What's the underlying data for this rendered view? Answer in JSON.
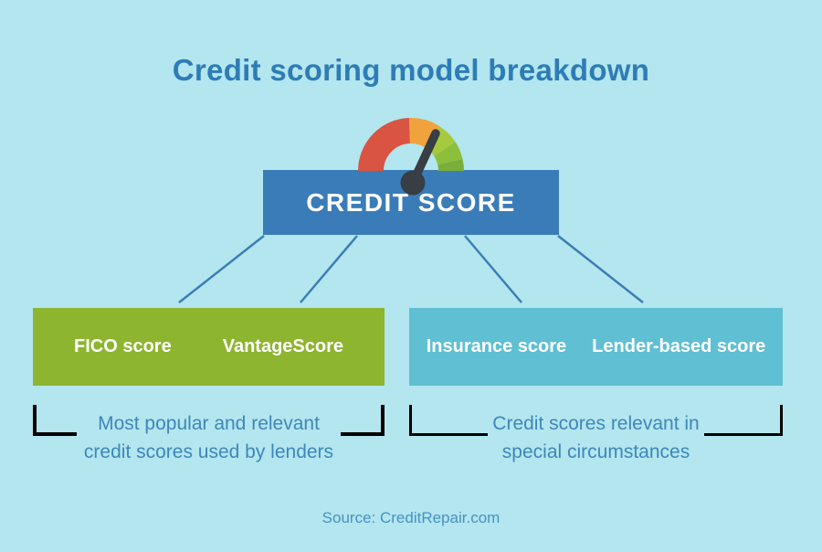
{
  "title": "Credit scoring model breakdown",
  "credit_score_node": {
    "label": "CREDIT SCORE"
  },
  "gauge": {
    "type": "semicircle-meter-icon",
    "segment_colors": [
      "#d95442",
      "#f0a33c",
      "#a5ca3e",
      "#8cbf3c",
      "#7aad39"
    ],
    "needle_color": "#373e44",
    "needle_points_to": "upper-right (good score zone)"
  },
  "branches": [
    {
      "id": "popular",
      "box_color": "#8db52f",
      "bracket_color": "#a7c23c",
      "items": [
        "FICO score",
        "VantageScore"
      ],
      "caption": [
        "Most popular and relevant",
        "credit scores used by lenders"
      ]
    },
    {
      "id": "special",
      "box_color": "#5fbfd3",
      "bracket_color": "#68c2d5",
      "items": [
        "Insurance score",
        "Lender-based score"
      ],
      "caption": [
        "Credit scores relevant in",
        "special circumstances"
      ]
    }
  ],
  "source": "Source: CreditRepair.com",
  "colors": {
    "background": "#b3e6ee",
    "title_text": "#2e7cb7",
    "node_box": "#3a7cb8",
    "connector_line": "#3b7eb6",
    "caption_text": "#3e87bb",
    "source_text": "#4691c7"
  }
}
